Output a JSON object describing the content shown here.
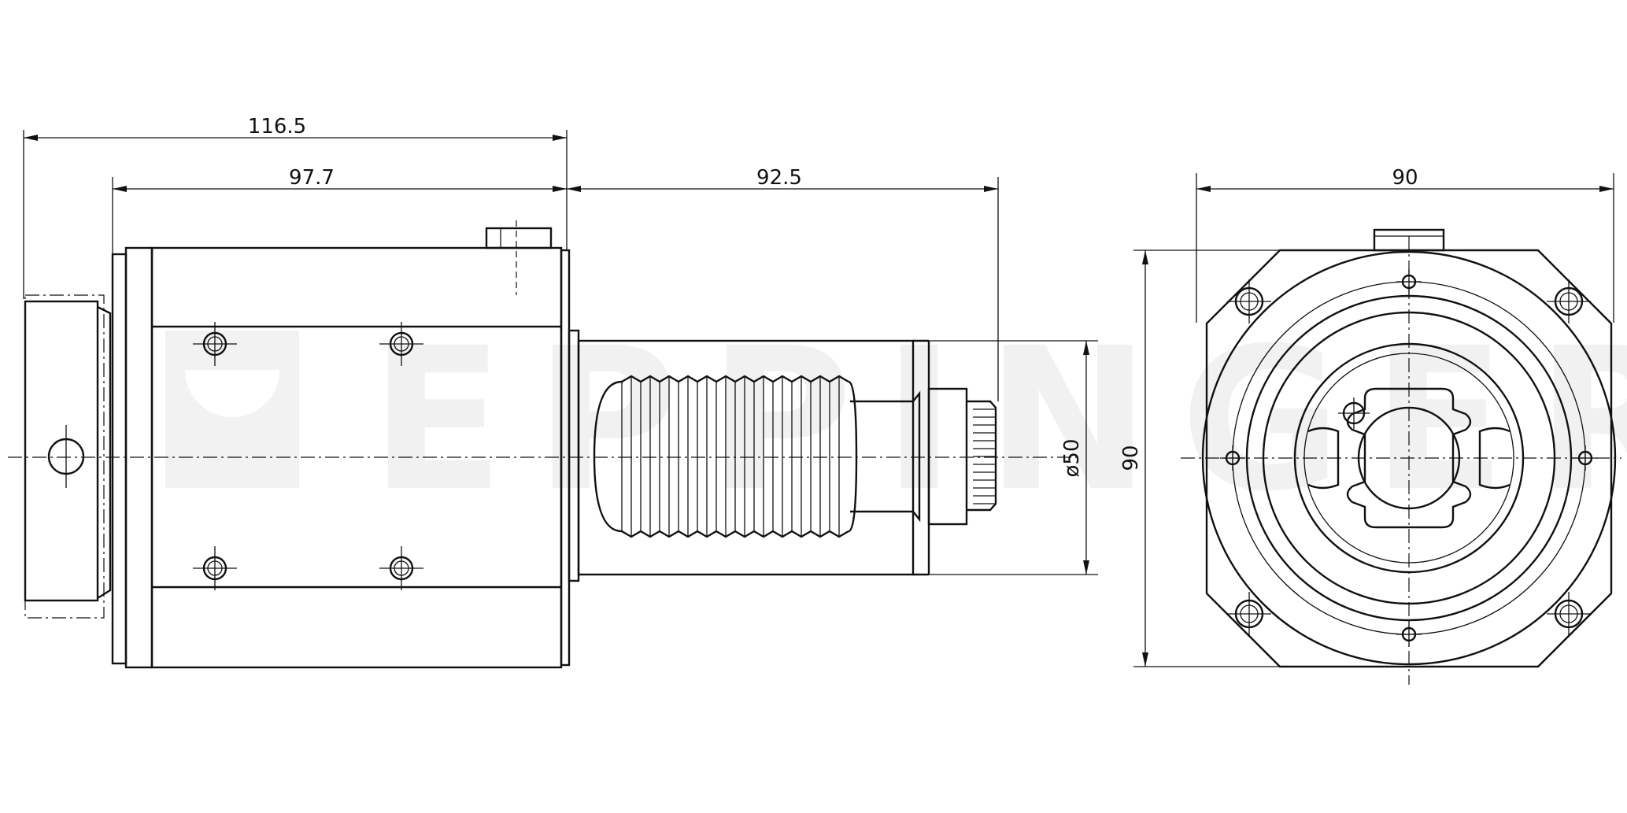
{
  "watermark": "EPPINGER",
  "dimensions": {
    "overall_length": "116.5",
    "body_length": "97.7",
    "spindle_length": "92.5",
    "spindle_diameter": "ø50",
    "flange_width": "90",
    "flange_height": "90"
  }
}
